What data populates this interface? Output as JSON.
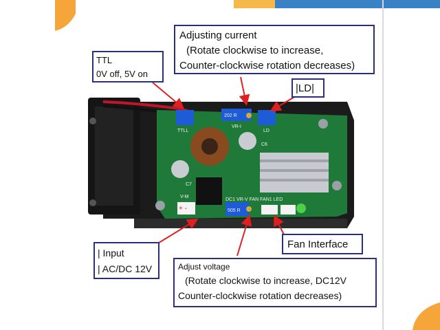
{
  "colors": {
    "callout_border": "#2a2f7a",
    "arrow": "#e02020",
    "pcb": "#1f7a3a",
    "heatsink": "#1b1b1b",
    "accent_orange": "#f5a53a",
    "accent_blue": "#3b82c4"
  },
  "callouts": {
    "adjusting_current": {
      "line1": "Adjusting current",
      "line2": "(Rotate clockwise to increase,",
      "line3": "Counter-clockwise rotation decreases)"
    },
    "ttl": {
      "line1": "TTL",
      "line2": "0V off, 5V on"
    },
    "ld": {
      "line1": "|LD|"
    },
    "input": {
      "line1": "| Input",
      "line2": "| AC/DC 12V"
    },
    "fan_interface": {
      "line1": "Fan Interface"
    },
    "adjust_voltage": {
      "line1": "Adjust voltage",
      "line2": "(Rotate clockwise to increase, DC12V",
      "line3": "Counter-clockwise rotation decreases)"
    }
  },
  "board_labels": {
    "ttl": "TTLL",
    "vr_i": "VR-I",
    "ld": "LD",
    "c6": "C6",
    "c7": "C7",
    "v_m": "V-M",
    "bottom_header": "DC1 VR-V FAN FAN1 LED",
    "pot_top": "202 R",
    "pot_bottom": "505 R"
  }
}
